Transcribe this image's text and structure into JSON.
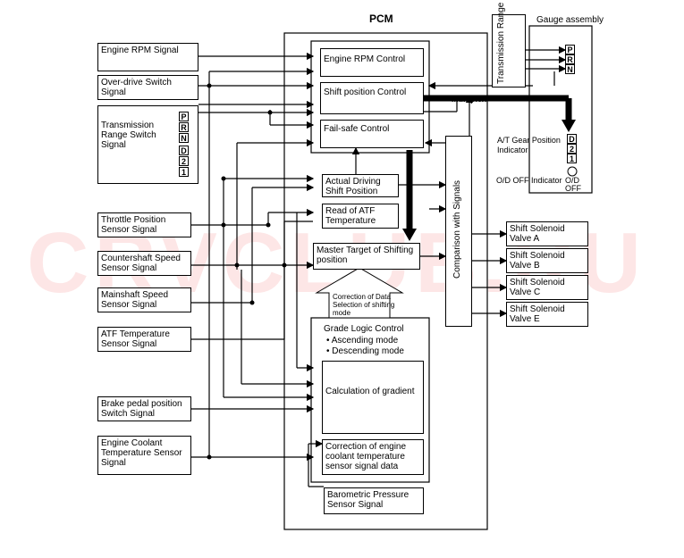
{
  "title": "PCM",
  "watermark": "CRVCLUB.RU",
  "gauge": {
    "title": "Gauge assembly",
    "switch_label": "Transmission Range Switch",
    "switch_cells": [
      "P",
      "R",
      "N"
    ],
    "multiplex": "Multiplex",
    "indicator_label": "A/T Gear Position\nIndicator",
    "indicator_cells": [
      "D",
      "2",
      "1"
    ],
    "od_off_label": "O/D OFF Indicator",
    "od_off_lamp": "O/D\nOFF"
  },
  "inputs": {
    "engine_rpm": "Engine RPM Signal",
    "overdrive": "Over-drive Switch\nSignal",
    "trans_range": "Transmission\nRange Switch\nSignal",
    "trans_range_cells": [
      "P",
      "R",
      "N",
      "D",
      "2",
      "1"
    ],
    "throttle": "Throttle Position\nSensor Signal",
    "countershaft": "Countershaft Speed\nSensor Signal",
    "mainshaft": "Mainshaft Speed\nSensor Signal",
    "atf_temp": "ATF Temperature\nSensor Signal",
    "brake": "Brake pedal position\nSwitch Signal",
    "coolant": "Engine Coolant\nTemperature Sensor\nSignal"
  },
  "pcm": {
    "engine_rpm_control": "Engine RPM Control",
    "shift_position_control": "Shift position Control",
    "fail_safe_control": "Fail-safe Control",
    "actual_driving": "Actual Driving\nShift Position",
    "read_atf": "Read of ATF\nTemperature",
    "master_target": "Master Target of Shifting\nposition",
    "correction_note": "Correction of Data\nSelection of shifting\nmode",
    "grade_logic_title": "Grade Logic Control",
    "grade_logic_items": [
      "Ascending mode",
      "Descending mode"
    ],
    "calc_gradient": "Calculation of gradient",
    "correction_coolant": "Correction of engine\ncoolant temperature\nsensor signal data",
    "comparison": "Comparison with Signals"
  },
  "barometric": "Barometric Pressure\nSensor Signal",
  "outputs": [
    "Shift Solenoid\nValve A",
    "Shift Solenoid\nValve B",
    "Shift Solenoid\nValve C",
    "Shift Solenoid\nValve E"
  ]
}
